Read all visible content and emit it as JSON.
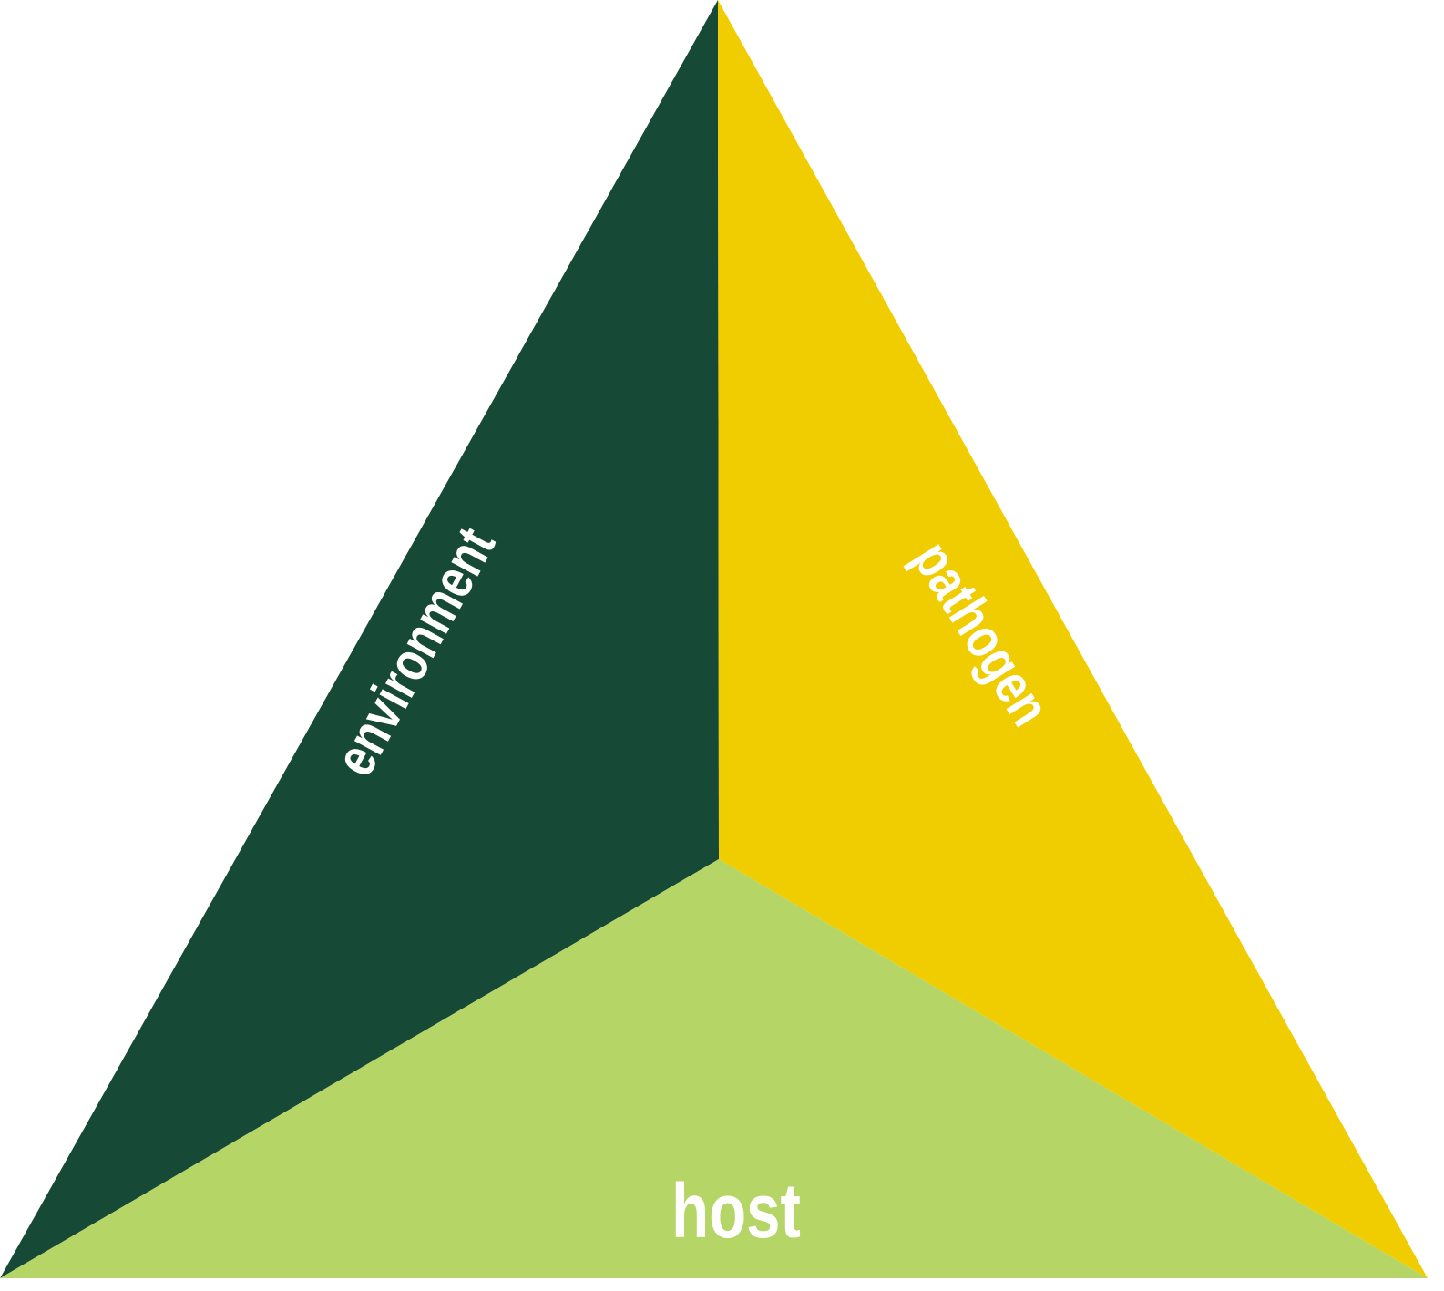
{
  "title": "Disease triangle",
  "segments": [
    {
      "id": "environment",
      "label": "environment",
      "color": "#164a36"
    },
    {
      "id": "pathogen",
      "label": "pathogen",
      "color": "#f0cd00"
    },
    {
      "id": "host",
      "label": "host",
      "color": "#b5d566"
    }
  ]
}
